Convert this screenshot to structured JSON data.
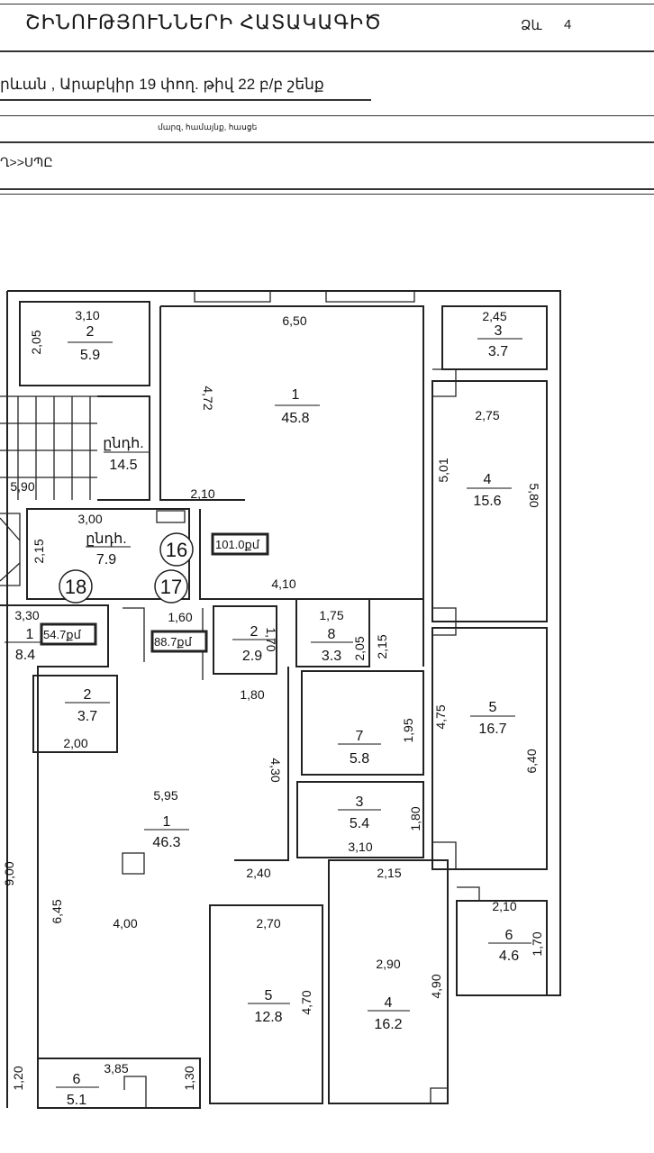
{
  "header": {
    "title": "ՇԻՆՈՒԹՅՈՒՆՆԵՐԻ ՀԱՏԱԿԱԳԻԾ",
    "form_label": "Ձև",
    "form_number": "4",
    "address": "րևան ,  Արաբկիր 19 փող. թիվ  22 բ/բ շենք",
    "address_caption": "մարզ, համայնք, հասցե",
    "owner_line": "Ղ>>ՍՊԸ"
  },
  "plan": {
    "unit_areas": [
      "101.0քմ",
      "88.7քմ",
      "54.7քմ"
    ],
    "apartment_numbers": [
      "16",
      "17",
      "18"
    ],
    "rooms": [
      {
        "id": "top-2",
        "number": "2",
        "area": "5.9"
      },
      {
        "id": "top-1",
        "number": "1",
        "area": "45.8"
      },
      {
        "id": "top-stair",
        "number": "ընդհ.",
        "area": "14.5"
      },
      {
        "id": "top-hall",
        "number": "ընդհ.",
        "area": "7.9"
      },
      {
        "id": "top-3",
        "number": "3",
        "area": "3.7"
      },
      {
        "id": "top-4",
        "number": "4",
        "area": "15.6"
      },
      {
        "id": "top-5",
        "number": "5",
        "area": "16.7"
      },
      {
        "id": "top-6",
        "number": "6",
        "area": "4.6"
      },
      {
        "id": "mid-2",
        "number": "2",
        "area": "2.9"
      },
      {
        "id": "mid-8",
        "number": "8",
        "area": "3.3"
      },
      {
        "id": "mid-7",
        "number": "7",
        "area": "5.8"
      },
      {
        "id": "mid-3",
        "number": "3",
        "area": "5.4"
      },
      {
        "id": "mid-1",
        "number": "1",
        "area": "46.3"
      },
      {
        "id": "mid-5",
        "number": "5",
        "area": "12.8"
      },
      {
        "id": "mid-4",
        "number": "4",
        "area": "16.2"
      },
      {
        "id": "mid-6",
        "number": "6",
        "area": "5.1"
      },
      {
        "id": "left-1",
        "number": "1",
        "area": "8.4"
      },
      {
        "id": "left-2",
        "number": "2",
        "area": "3.7"
      }
    ],
    "dimensions": [
      "3,10",
      "2,05",
      "6,50",
      "4,72",
      "2,10",
      "4,10",
      "5,90",
      "3,00",
      "2,15",
      "2,45",
      "2,75",
      "5,01",
      "5,80",
      "4,75",
      "6,40",
      "2,10",
      "1,70",
      "3,30",
      "1,60",
      "1,70",
      "1,75",
      "2,05",
      "2,15",
      "1,80",
      "4,30",
      "1,95",
      "1,80",
      "3,10",
      "5,95",
      "2,40",
      "2,15",
      "6,45",
      "4,00",
      "2,70",
      "4,70",
      "2,90",
      "4,90",
      "9,00",
      "2,00",
      "3,85",
      "1,30",
      "1,20"
    ]
  }
}
